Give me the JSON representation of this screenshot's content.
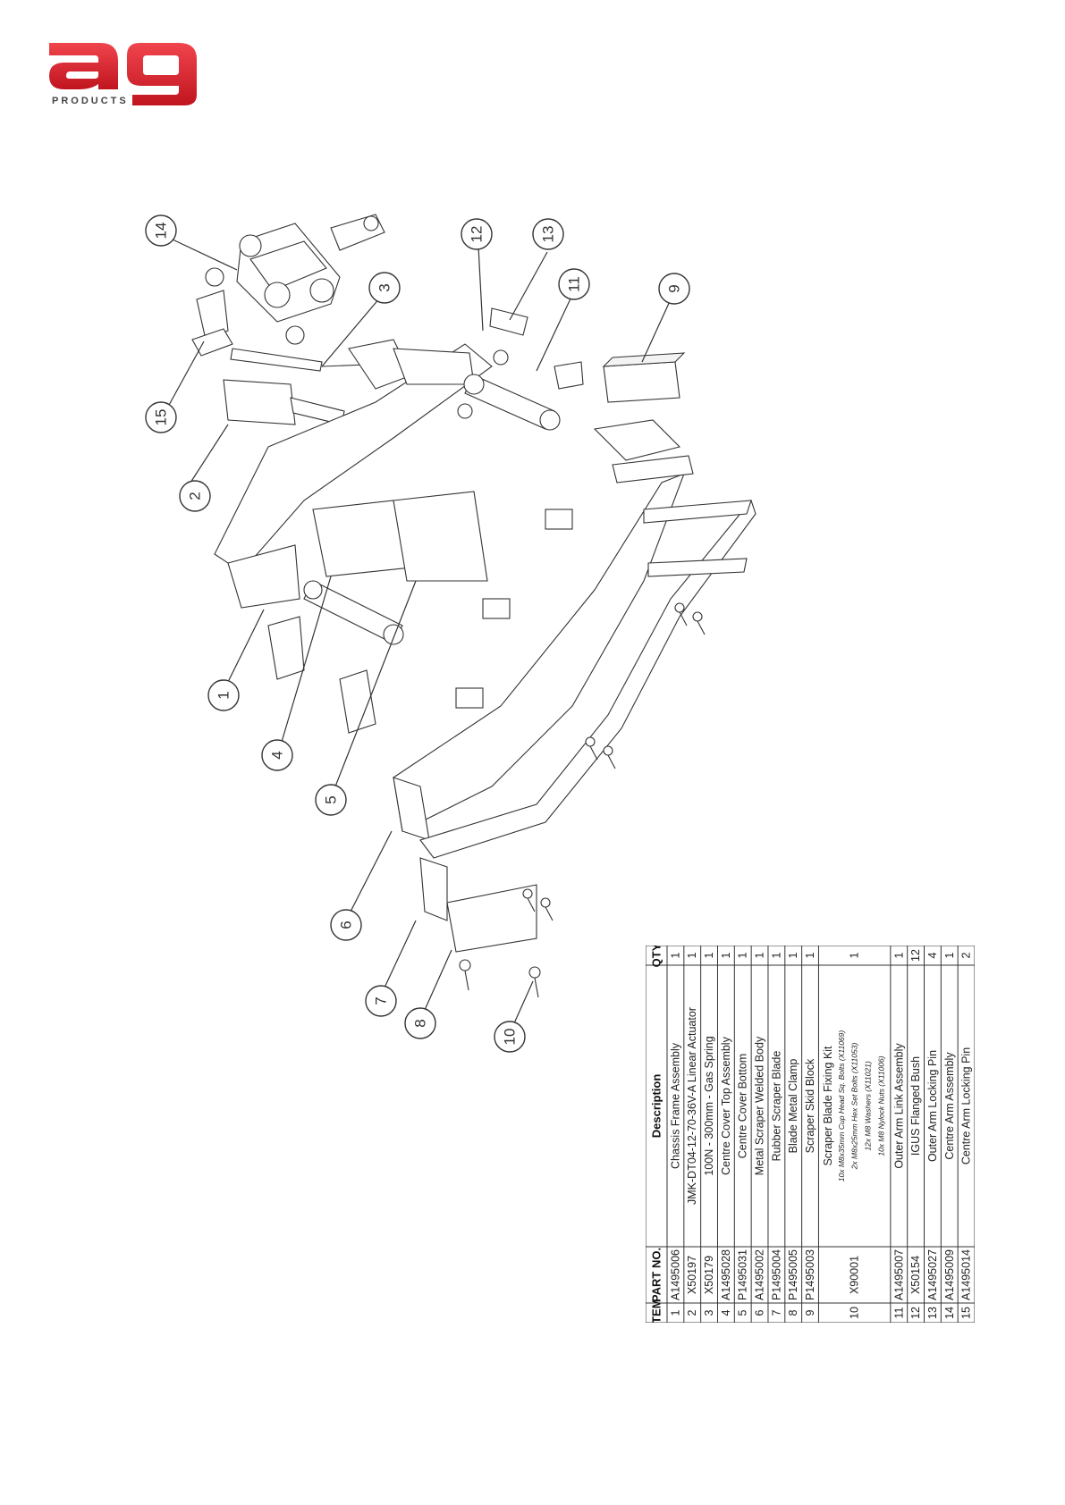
{
  "brand": {
    "logo_letters": "ag",
    "logo_sub": "PRODUCTS",
    "color_red": "#d8222e"
  },
  "callouts": [
    "1",
    "2",
    "3",
    "4",
    "5",
    "6",
    "7",
    "8",
    "9",
    "10",
    "11",
    "12",
    "13",
    "14",
    "15"
  ],
  "bom": {
    "headers": {
      "item": "ITEM",
      "part_no": "PART NO.",
      "description": "Description",
      "qty": "QTY"
    },
    "rows": [
      {
        "item": "1",
        "part_no": "A1495006",
        "description": "Chassis Frame Assembly",
        "qty": "1"
      },
      {
        "item": "2",
        "part_no": "X50197",
        "description": "JMK-DT04-12-70-36V-A Linear Actuator",
        "qty": "1"
      },
      {
        "item": "3",
        "part_no": "X50179",
        "description": "100N - 300mm - Gas Spring",
        "qty": "1"
      },
      {
        "item": "4",
        "part_no": "A1495028",
        "description": "Centre Cover Top Assembly",
        "qty": "1"
      },
      {
        "item": "5",
        "part_no": "P1495031",
        "description": "Centre Cover Bottom",
        "qty": "1"
      },
      {
        "item": "6",
        "part_no": "A1495002",
        "description": "Metal Scraper Welded Body",
        "qty": "1"
      },
      {
        "item": "7",
        "part_no": "P1495004",
        "description": "Rubber Scraper Blade",
        "qty": "1"
      },
      {
        "item": "8",
        "part_no": "P1495005",
        "description": "Blade Metal Clamp",
        "qty": "1"
      },
      {
        "item": "9",
        "part_no": "P1495003",
        "description": "Scraper Skid Block",
        "qty": "1"
      },
      {
        "item": "10",
        "part_no": "X90001",
        "description": "Scraper Blade Fixing Kit",
        "qty": "1",
        "details": [
          "10x M8x35mm Cup Head Sq. Bolts (X11069)",
          "2x M8x25mm Hex Set Bolts (X11053)",
          "12x M8 Washers (X11021)",
          "10x M8 Nylock Nuts (X11006)"
        ]
      },
      {
        "item": "11",
        "part_no": "A1495007",
        "description": "Outer Arm Link Assembly",
        "qty": "1"
      },
      {
        "item": "12",
        "part_no": "X50154",
        "description": "IGUS Flanged Bush",
        "qty": "12"
      },
      {
        "item": "13",
        "part_no": "A1495027",
        "description": "Outer Arm Locking Pin",
        "qty": "4"
      },
      {
        "item": "14",
        "part_no": "A1495009",
        "description": "Centre Arm Assembly",
        "qty": "1"
      },
      {
        "item": "15",
        "part_no": "A1495014",
        "description": "Centre Arm Locking Pin",
        "qty": "2"
      }
    ]
  }
}
